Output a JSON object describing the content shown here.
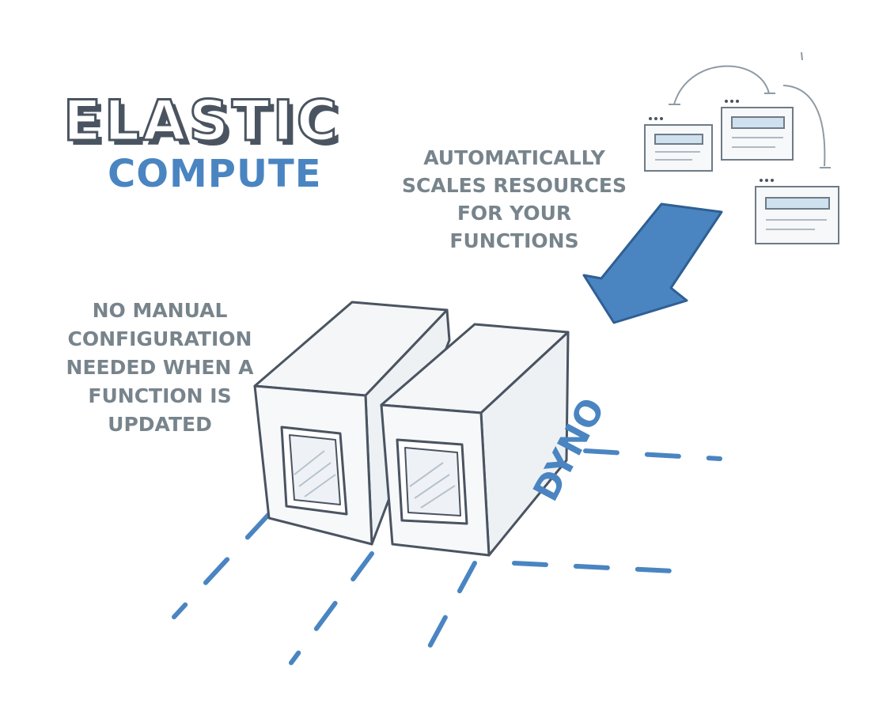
{
  "title": {
    "main": "ELASTIC",
    "sub": "COMPUTE"
  },
  "captions": {
    "auto_scale": "AUTOMATICALLY\nSCALES RESOURCES\nFOR YOUR\nFUNCTIONS",
    "no_config": "NO MANUAL\nCONFIGURATION\nNEEDED WHEN A\nFUNCTION IS\nUPDATED"
  },
  "dyno_label": "DYNO",
  "colors": {
    "accent_blue": "#4a85c2",
    "outline_dark": "#4a5461",
    "caption_gray": "#78848c"
  }
}
